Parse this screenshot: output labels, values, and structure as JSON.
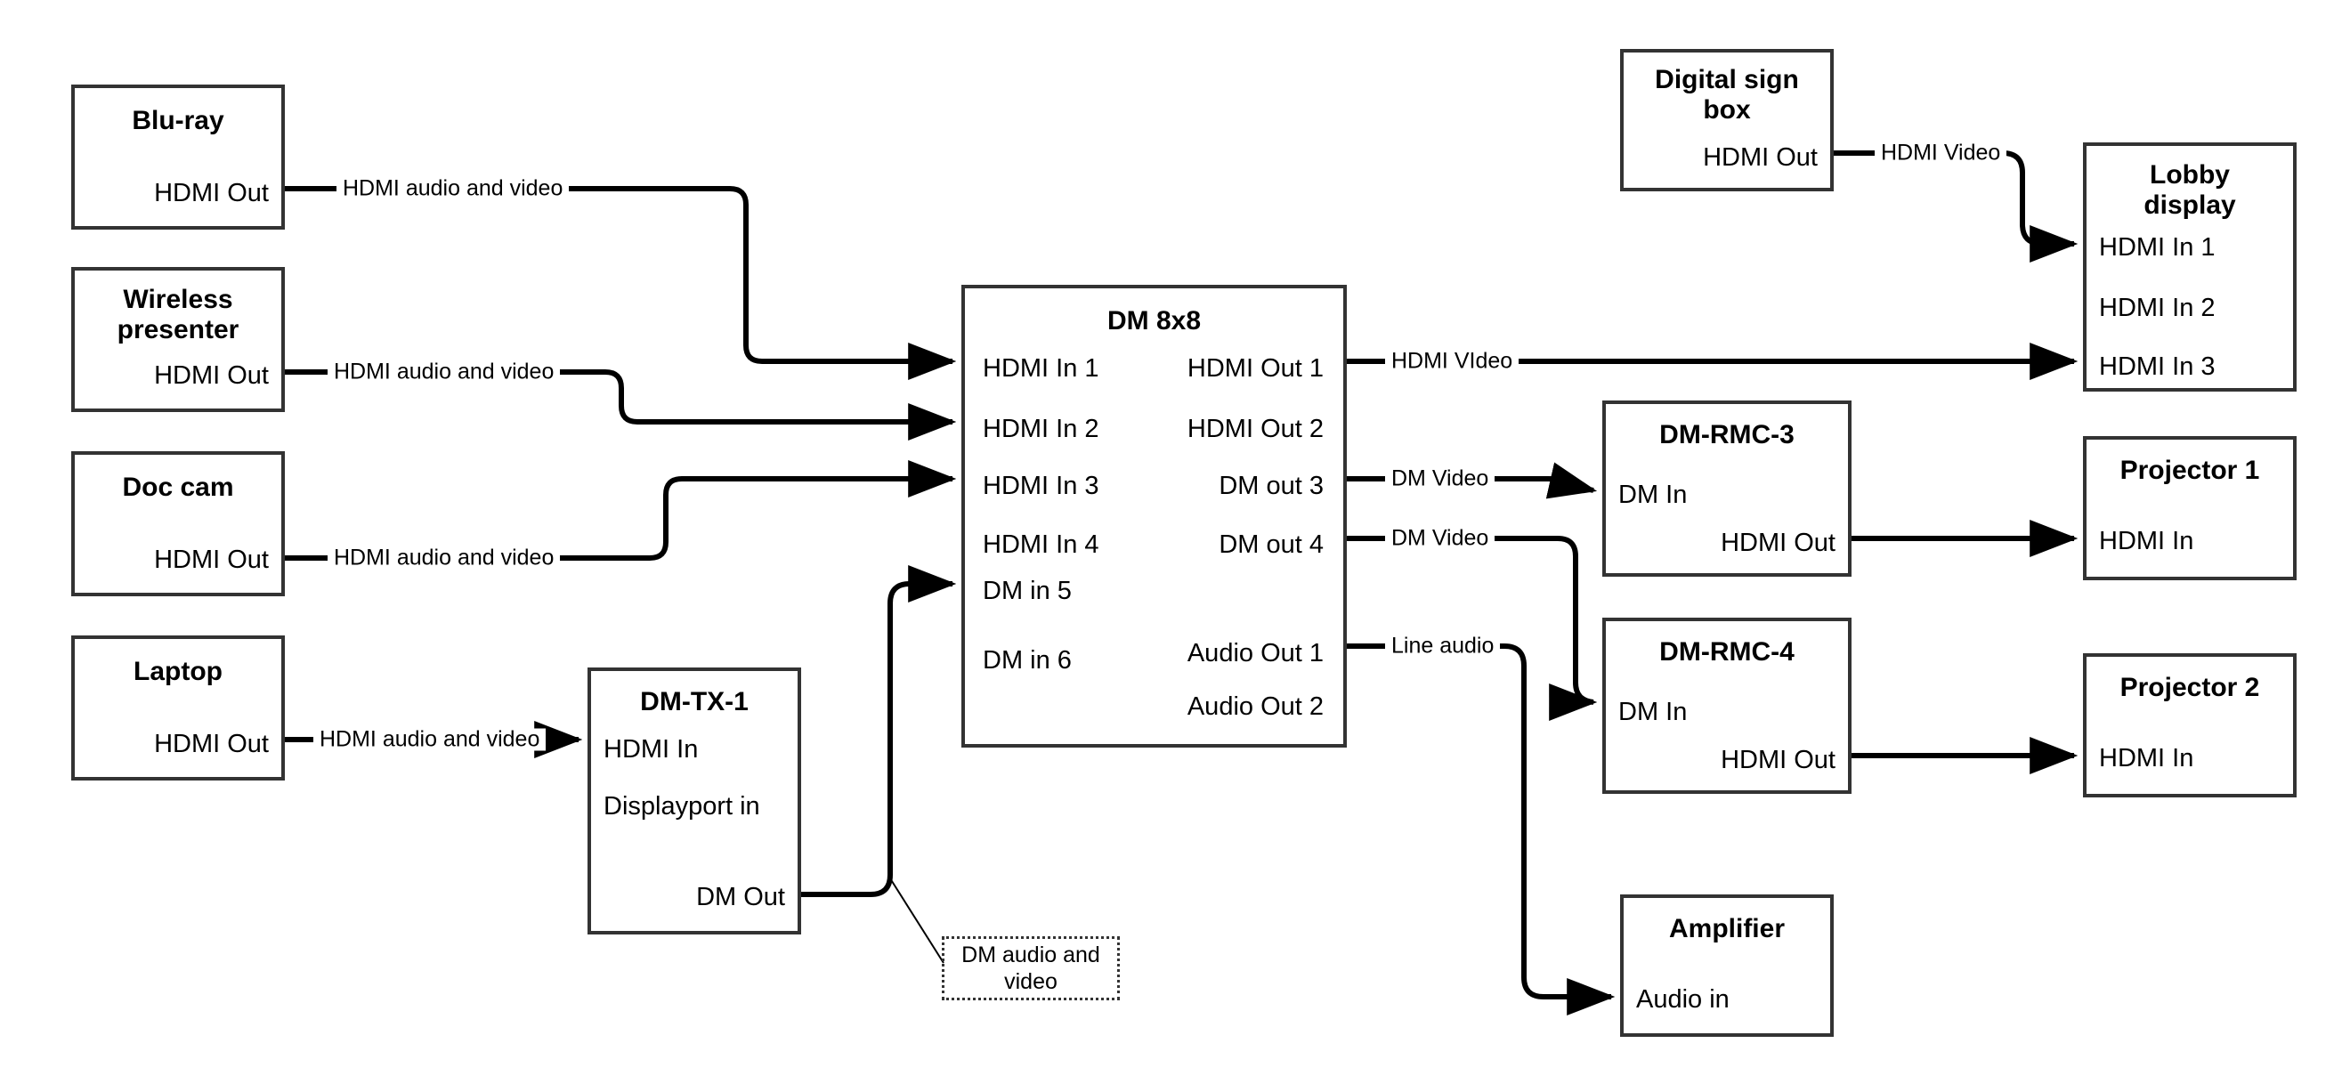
{
  "diagram": {
    "title": "AV signal flow diagram",
    "background_color": "#ffffff",
    "line_color": "#333333",
    "text_color": "#000000"
  },
  "nodes": [
    {
      "id": "bluray",
      "title": "Blu-ray",
      "ports": [
        {
          "label": "HDMI Out",
          "side": "right"
        }
      ]
    },
    {
      "id": "wireless-presenter",
      "title": "Wireless presenter",
      "ports": [
        {
          "label": "HDMI Out",
          "side": "right"
        }
      ]
    },
    {
      "id": "doc-cam",
      "title": "Doc cam",
      "ports": [
        {
          "label": "HDMI Out",
          "side": "right"
        }
      ]
    },
    {
      "id": "laptop",
      "title": "Laptop",
      "ports": [
        {
          "label": "HDMI Out",
          "side": "right"
        }
      ]
    },
    {
      "id": "dm-tx-1",
      "title": "DM-TX-1",
      "ports": [
        {
          "label": "HDMI In",
          "side": "left"
        },
        {
          "label": "Displayport in",
          "side": "left"
        },
        {
          "label": "DM Out",
          "side": "right"
        }
      ]
    },
    {
      "id": "dm-8x8",
      "title": "DM 8x8",
      "ports": [
        {
          "label": "HDMI In 1",
          "side": "left"
        },
        {
          "label": "HDMI In 2",
          "side": "left"
        },
        {
          "label": "HDMI In 3",
          "side": "left"
        },
        {
          "label": "HDMI In 4",
          "side": "left"
        },
        {
          "label": "DM in 5",
          "side": "left"
        },
        {
          "label": "DM in 6",
          "side": "left"
        },
        {
          "label": "HDMI Out 1",
          "side": "right"
        },
        {
          "label": "HDMI Out 2",
          "side": "right"
        },
        {
          "label": "DM out 3",
          "side": "right"
        },
        {
          "label": "DM out 4",
          "side": "right"
        },
        {
          "label": "Audio Out 1",
          "side": "right"
        },
        {
          "label": "Audio Out 2",
          "side": "right"
        }
      ]
    },
    {
      "id": "digital-sign-box",
      "title": "Digital sign box",
      "ports": [
        {
          "label": "HDMI Out",
          "side": "right"
        }
      ]
    },
    {
      "id": "lobby-display",
      "title": "Lobby display",
      "ports": [
        {
          "label": "HDMI In 1",
          "side": "left"
        },
        {
          "label": "HDMI In 2",
          "side": "left"
        },
        {
          "label": "HDMI In 3",
          "side": "left"
        }
      ]
    },
    {
      "id": "dm-rmc-3",
      "title": "DM-RMC-3",
      "ports": [
        {
          "label": "DM In",
          "side": "left"
        },
        {
          "label": "HDMI Out",
          "side": "right"
        }
      ]
    },
    {
      "id": "dm-rmc-4",
      "title": "DM-RMC-4",
      "ports": [
        {
          "label": "DM In",
          "side": "left"
        },
        {
          "label": "HDMI Out",
          "side": "right"
        }
      ]
    },
    {
      "id": "projector-1",
      "title": "Projector 1",
      "ports": [
        {
          "label": "HDMI In",
          "side": "left"
        }
      ]
    },
    {
      "id": "projector-2",
      "title": "Projector 2",
      "ports": [
        {
          "label": "HDMI In",
          "side": "left"
        }
      ]
    },
    {
      "id": "amplifier",
      "title": "Amplifier",
      "ports": [
        {
          "label": "Audio in",
          "side": "left"
        }
      ]
    },
    {
      "id": "dm-audio-video-note",
      "title": "DM audio and video",
      "dashed": true,
      "ports": []
    }
  ],
  "connections": [
    {
      "id": "bluray-to-dm",
      "from": "Blu-ray HDMI Out",
      "to": "DM 8x8 HDMI In 1",
      "label": "HDMI audio and video"
    },
    {
      "id": "wireless-to-dm",
      "from": "Wireless presenter HDMI Out",
      "to": "DM 8x8 HDMI In 2",
      "label": "HDMI audio and video"
    },
    {
      "id": "doccam-to-dm",
      "from": "Doc cam HDMI Out",
      "to": "DM 8x8 HDMI In 3",
      "label": "HDMI audio and video"
    },
    {
      "id": "laptop-to-tx",
      "from": "Laptop HDMI Out",
      "to": "DM-TX-1 HDMI In",
      "label": "HDMI audio and video"
    },
    {
      "id": "tx-to-dm",
      "from": "DM-TX-1 DM Out",
      "to": "DM 8x8 DM in 5",
      "label": "DM audio and video"
    },
    {
      "id": "dm-out1-to-lobby",
      "from": "DM 8x8 HDMI Out 1",
      "to": "Lobby display HDMI In 3",
      "label": "HDMI VIdeo"
    },
    {
      "id": "dm-out3-to-rmc3",
      "from": "DM 8x8 DM out 3",
      "to": "DM-RMC-3 DM In",
      "label": "DM Video"
    },
    {
      "id": "dm-out4-to-rmc4",
      "from": "DM 8x8 DM out 4",
      "to": "DM-RMC-4 DM In",
      "label": "DM Video"
    },
    {
      "id": "dm-audio1-to-amp",
      "from": "DM 8x8 Audio Out 1",
      "to": "Amplifier Audio in",
      "label": "Line audio"
    },
    {
      "id": "sign-to-lobby",
      "from": "Digital sign box HDMI Out",
      "to": "Lobby display HDMI In 1",
      "label": "HDMI Video"
    },
    {
      "id": "rmc3-to-proj1",
      "from": "DM-RMC-3 HDMI Out",
      "to": "Projector 1 HDMI In",
      "label": ""
    },
    {
      "id": "rmc4-to-proj2",
      "from": "DM-RMC-4 HDMI Out",
      "to": "Projector 2 HDMI In",
      "label": ""
    }
  ]
}
